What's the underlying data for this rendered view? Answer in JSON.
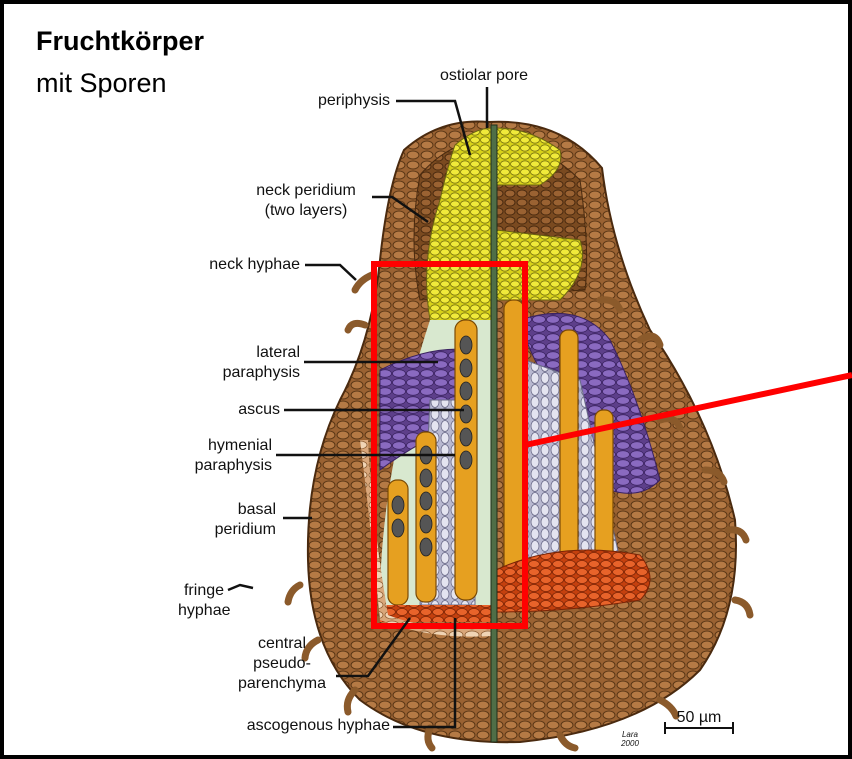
{
  "heading": {
    "title": "Fruchtkörper",
    "subtitle": "mit Sporen"
  },
  "labels": {
    "ostiolar_pore": "ostiolar pore",
    "periphysis": "periphysis",
    "neck_peridium": "neck peridium\n(two layers)",
    "neck_hyphae": "neck hyphae",
    "lateral_paraphysis": "lateral\nparaphysis",
    "ascus": "ascus",
    "hymenial_paraphysis": "hymenial\nparaphysis",
    "basal_peridium": "basal\nperidium",
    "fringe_hyphae": "fringe\nhyphae",
    "central_pseudoparenchyma": "central\npseudo-\nparenchyma",
    "ascogenous_hyphae": "ascogenous hyphae"
  },
  "scale_bar": "50 µm",
  "signature": "Lara 2000",
  "colors": {
    "highlight": "#ff0000",
    "peridium": "#8b5a2b",
    "periphyses": "#e3e021",
    "paraphyses": "#7a5aa8",
    "asci": "#e6a020",
    "pseudoparenchyma": "#e0541a",
    "center_gel": "#d8e8cf"
  }
}
